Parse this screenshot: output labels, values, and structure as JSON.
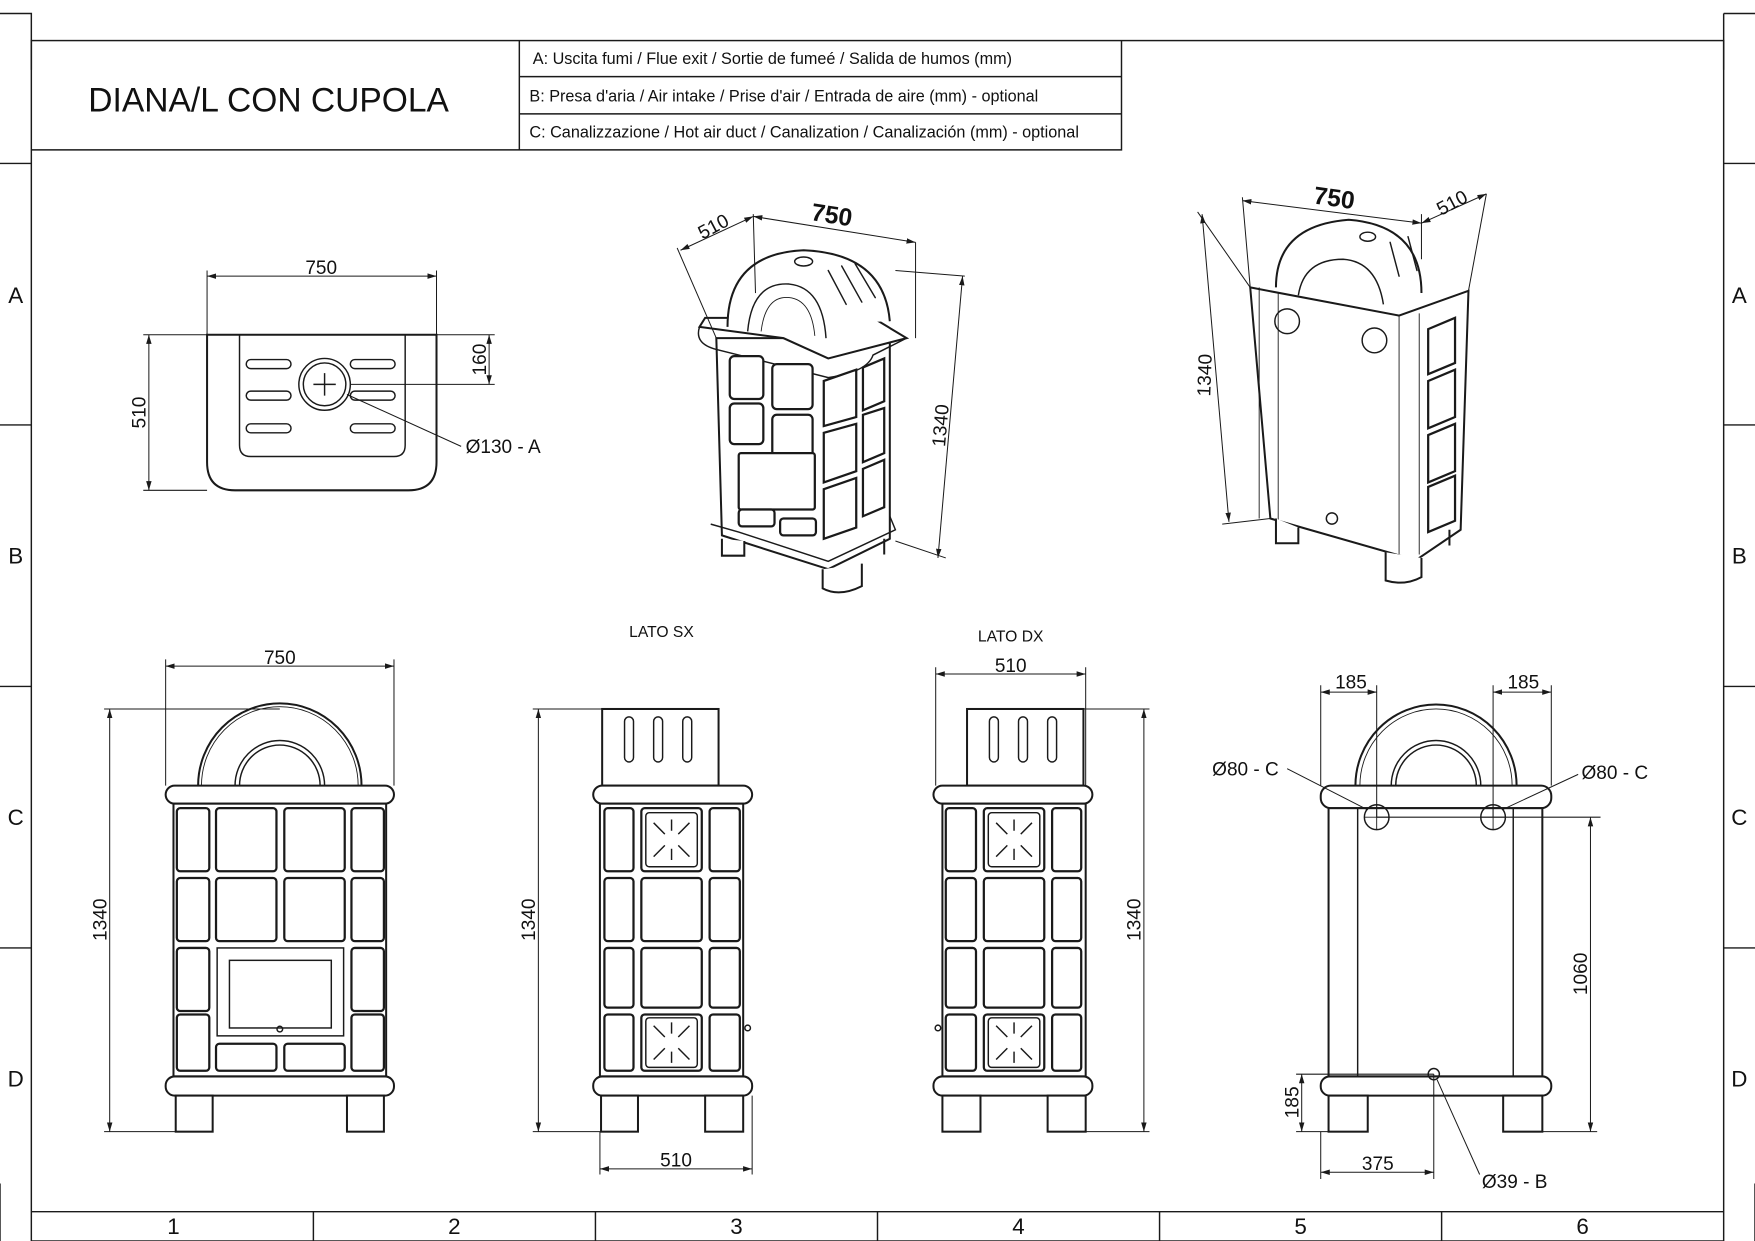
{
  "title_block": {
    "title": "DIANA/L CON CUPOLA",
    "legend": [
      "A: Uscita fumi / Flue exit / Sortie de fumeé / Salida de humos (mm)",
      "B: Presa d'aria / Air intake / Prise d'air / Entrada de aire (mm) - optional",
      "C: Canalizzazione / Hot air duct / Canalization / Canalización (mm) - optional"
    ]
  },
  "grid": {
    "columns": [
      "1",
      "2",
      "3",
      "4",
      "5",
      "6"
    ],
    "rows": [
      "A",
      "B",
      "C",
      "D"
    ]
  },
  "top_view": {
    "width": "750",
    "depth": "510",
    "flue_offset": "160",
    "flue_label": "Ø130 - A"
  },
  "iso_front": {
    "depth": "510",
    "width": "750",
    "height": "1340"
  },
  "iso_rear": {
    "width": "750",
    "depth": "510",
    "height": "1340"
  },
  "front_view": {
    "width": "750",
    "height": "1340"
  },
  "left_side": {
    "label": "LATO SX",
    "height": "1340",
    "depth": "510"
  },
  "right_side": {
    "label": "LATO DX",
    "depth": "510",
    "height": "1340"
  },
  "rear_view": {
    "duct_offset_left": "185",
    "duct_offset_right": "185",
    "duct_left_label": "Ø80 - C",
    "duct_right_label": "Ø80 - C",
    "duct_height": "1060",
    "intake_height": "185",
    "intake_offset": "375",
    "intake_label": "Ø39 - B"
  }
}
